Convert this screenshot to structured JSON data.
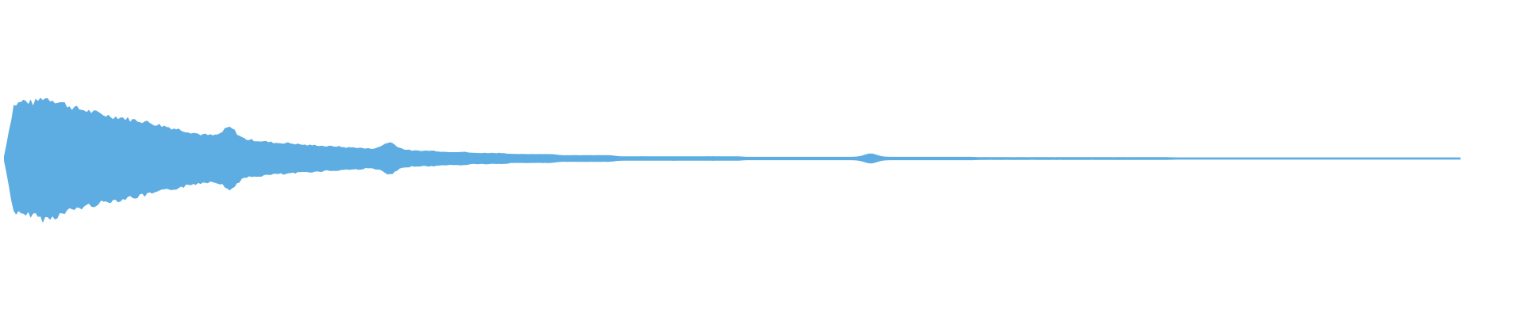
{
  "waveform": {
    "color": "#5dade2",
    "background": "#ffffff",
    "envelope": [
      0.02,
      0.48,
      0.52,
      0.5,
      0.55,
      0.53,
      0.5,
      0.46,
      0.44,
      0.42,
      0.4,
      0.38,
      0.37,
      0.35,
      0.34,
      0.32,
      0.3,
      0.28,
      0.26,
      0.24,
      0.22,
      0.21,
      0.2,
      0.19,
      0.18,
      0.17,
      0.16,
      0.15,
      0.14,
      0.14,
      0.13,
      0.12,
      0.12,
      0.11,
      0.11,
      0.1,
      0.1,
      0.09,
      0.09,
      0.09,
      0.08,
      0.08,
      0.07,
      0.07,
      0.07,
      0.06,
      0.06,
      0.06,
      0.05,
      0.05,
      0.05,
      0.05,
      0.04,
      0.04,
      0.04,
      0.04,
      0.04,
      0.03,
      0.03,
      0.03,
      0.03,
      0.03,
      0.03,
      0.02,
      0.02,
      0.02,
      0.02,
      0.02,
      0.02,
      0.02,
      0.02,
      0.02,
      0.02,
      0.02,
      0.02,
      0.02,
      0.015,
      0.015,
      0.015,
      0.015,
      0.015,
      0.015,
      0.015,
      0.015,
      0.015,
      0.015,
      0.015,
      0.015,
      0.015,
      0.015,
      0.015,
      0.015,
      0.015,
      0.015,
      0.015,
      0.015,
      0.015,
      0.015,
      0.015,
      0.015,
      0.012,
      0.012,
      0.012,
      0.012,
      0.012,
      0.012,
      0.012,
      0.012,
      0.012,
      0.012,
      0.012,
      0.012,
      0.012,
      0.012,
      0.012,
      0.012,
      0.012,
      0.012,
      0.012,
      0.012,
      0.01,
      0.01,
      0.01,
      0.01,
      0.01,
      0.01,
      0.01,
      0.01,
      0.01,
      0.01,
      0.01,
      0.01,
      0.01,
      0.01,
      0.01,
      0.01,
      0.01,
      0.01,
      0.01,
      0.01,
      0.01,
      0.01,
      0.01,
      0.01,
      0.01,
      0.01,
      0.01,
      0.01,
      0.01,
      0.01
    ],
    "bumps": [
      {
        "at": 0.155,
        "amp": 0.09
      },
      {
        "at": 0.265,
        "amp": 0.06
      },
      {
        "at": 0.595,
        "amp": 0.03
      }
    ]
  }
}
